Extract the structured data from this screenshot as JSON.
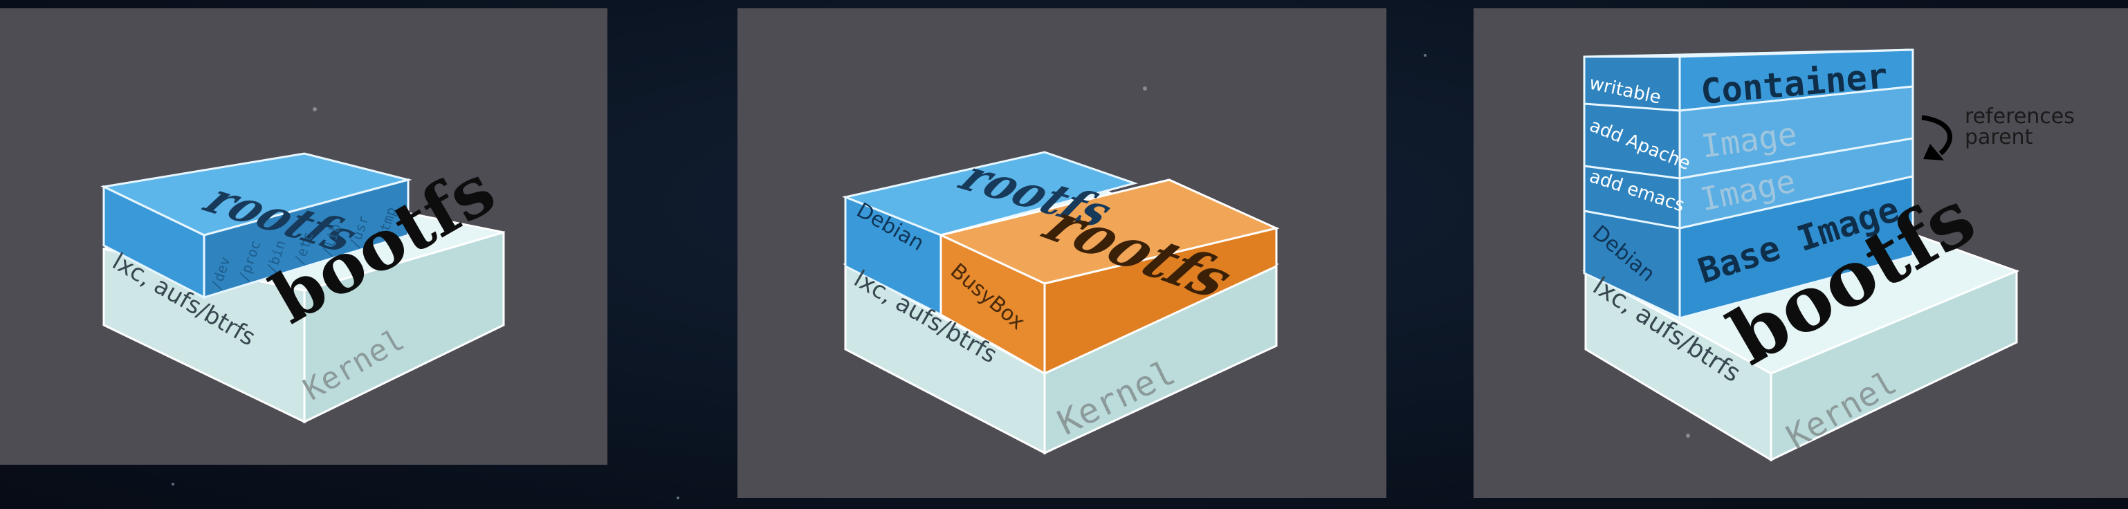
{
  "diagrams": [
    {
      "bootfs": "bootfs",
      "kernel": "Kernel",
      "lxc": "lxc, aufs/btrfs",
      "rootfs": "rootfs",
      "rootfs_dirs": [
        "/dev",
        "/proc",
        "/bin",
        "/etc",
        "/lib",
        "/usr",
        "/tmp"
      ]
    },
    {
      "kernel": "Kernel",
      "lxc": "lxc, aufs/btrfs",
      "debian": "Debian",
      "busybox": "BusyBox",
      "rootfs_debian": "rootfs",
      "rootfs_busybox": "rootfs"
    },
    {
      "bootfs": "bootfs",
      "kernel": "Kernel",
      "lxc": "lxc, aufs/btrfs",
      "layers": [
        {
          "side": "writable",
          "front": "Container"
        },
        {
          "side": "add Apache",
          "front": "Image"
        },
        {
          "side": "add emacs",
          "front": "Image"
        },
        {
          "side": "Debian",
          "front": "Base Image"
        }
      ],
      "references": "references",
      "parent": "parent"
    }
  ],
  "colors": {
    "panel": "#4f4d54",
    "blue_front": "#3a9ad9",
    "blue_top": "#5db6ea",
    "blue_side": "#2f84c0",
    "orange_front": "#e88a2e",
    "orange_top": "#f1a657",
    "light_front": "#d9efef",
    "light_top": "#e6f5f5",
    "light_side": "#bcdcdc"
  }
}
